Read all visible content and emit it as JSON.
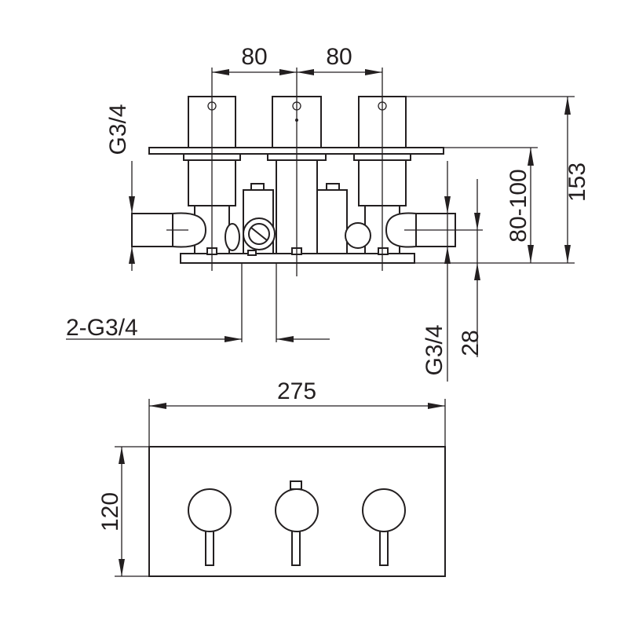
{
  "dimensions": {
    "spacing_left": "80",
    "spacing_right": "80",
    "outlet_top": "G3/4",
    "inlets": "2-G3/4",
    "height_total": "153",
    "depth_range": "80-100",
    "outlet_bottom": "G3/4",
    "offset": "28",
    "plate_width": "275",
    "plate_height": "120"
  }
}
